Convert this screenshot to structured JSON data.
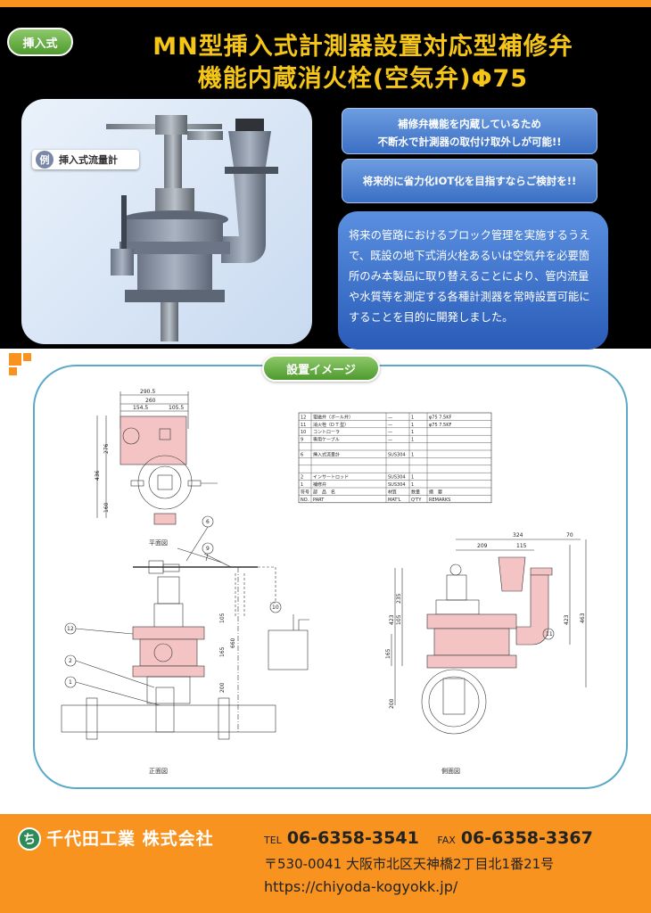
{
  "header": {
    "badge": "挿入式",
    "title_line1": "MN型挿入式計測器設置対応型補修弁",
    "title_line2": "機能内蔵消火栓(空気弁)Φ75"
  },
  "photo": {
    "example_mark": "例",
    "label": "挿入式流量計"
  },
  "info": {
    "line1": "補修弁機能を内蔵しているため",
    "line2": "不断水で計測器の取付け取外しが可能!!",
    "line3": "将来的に省力化IOT化を目指すならご検討を!!"
  },
  "description": "将来の管路におけるブロック管理を実施するうえで、既設の地下式消火栓あるいは空気弁を必要箇所のみ本製品に取り替えることにより、管内流量や水質等を測定する各種計測器を常時設置可能にすることを目的に開発しました。",
  "install": {
    "pill": "設置イメージ",
    "plan_label": "平面図",
    "front_label": "正面図",
    "side_label": "側面図",
    "dims_plan": [
      "290.5",
      "260",
      "154.5",
      "105.5",
      "276",
      "436",
      "160"
    ],
    "dims_front": [
      "105",
      "165",
      "660",
      "200"
    ],
    "dims_side": [
      "324",
      "70",
      "209",
      "115",
      "235",
      "105",
      "423",
      "165",
      "423",
      "463",
      "200"
    ],
    "callouts": [
      "6",
      "9",
      "10",
      "12",
      "2",
      "1",
      "11"
    ]
  },
  "parts_table": {
    "rows": [
      {
        "no": "12",
        "part": "電磁弁（ボール弁）",
        "mat": "—",
        "qty": "1",
        "remarks": "φ75  7.5KF"
      },
      {
        "no": "11",
        "part": "消火栓（D T 型）",
        "mat": "—",
        "qty": "1",
        "remarks": "φ75  7.5KF"
      },
      {
        "no": "10",
        "part": "コントローラ",
        "mat": "—",
        "qty": "1",
        "remarks": ""
      },
      {
        "no": "9",
        "part": "専用ケーブル",
        "mat": "—",
        "qty": "1",
        "remarks": ""
      },
      {
        "no": "",
        "part": "",
        "mat": "",
        "qty": "",
        "remarks": ""
      },
      {
        "no": "6",
        "part": "挿入式流量計",
        "mat": "SUS304",
        "qty": "1",
        "remarks": ""
      },
      {
        "no": "",
        "part": "",
        "mat": "",
        "qty": "",
        "remarks": ""
      },
      {
        "no": "",
        "part": "",
        "mat": "",
        "qty": "",
        "remarks": ""
      },
      {
        "no": "2",
        "part": "インサートロッド",
        "mat": "SUS304",
        "qty": "1",
        "remarks": ""
      },
      {
        "no": "1",
        "part": "補修弁",
        "mat": "SUS304",
        "qty": "1",
        "remarks": ""
      }
    ],
    "header": {
      "no": "符号",
      "no_en": "NO.",
      "part": "部　品　名",
      "part_en": "PART",
      "mat": "材質",
      "mat_en": "MAT'L",
      "qty": "数量",
      "qty_en": "Q'TY",
      "remarks": "摘　要",
      "remarks_en": "REMARKS"
    }
  },
  "footer": {
    "logo": "ち",
    "company": "千代田工業 株式会社",
    "tel_label": "TEL",
    "tel": "06-6358-3541",
    "fax_label": "FAX",
    "fax": "06-6358-3367",
    "address": "〒530-0041  大阪市北区天神橋2丁目北1番21号",
    "url": "https://chiyoda-kogyokk.jp/"
  },
  "colors": {
    "orange": "#f7931e",
    "gold": "#f5c518",
    "blue": "#3a6fc4",
    "green": "#4e9a2e",
    "frame": "#5aa9c9"
  }
}
